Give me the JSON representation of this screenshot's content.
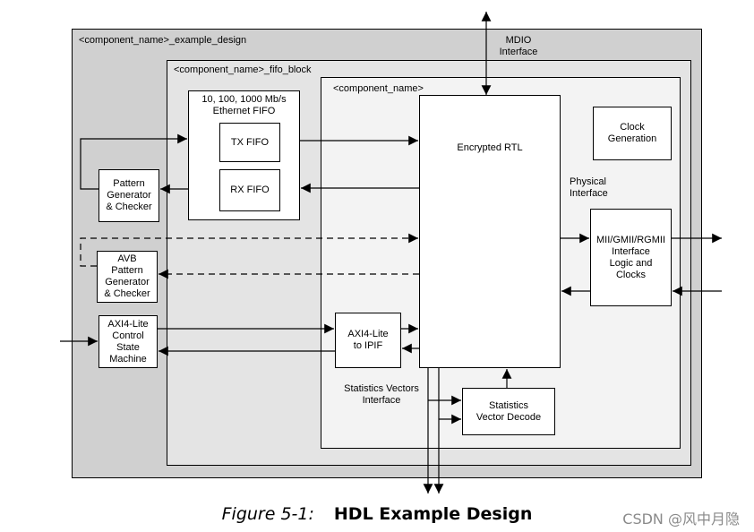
{
  "diagram": {
    "example_design": "<component_name>_example_design",
    "fifo_block": "<component_name>_fifo_block",
    "component": "<component_name>",
    "mdio": "MDIO\nInterface",
    "ethernet_fifo": "10, 100, 1000 Mb/s\nEthernet FIFO",
    "tx_fifo": "TX FIFO",
    "rx_fifo": "RX FIFO",
    "pattern_gen": "Pattern\nGenerator\n& Checker",
    "avb_pattern_gen": "AVB\nPattern\nGenerator\n& Checker",
    "axi_lite_sm": "AXI4-Lite\nControl\nState\nMachine",
    "axi_lite_ipif": "AXI4-Lite\nto IPIF",
    "encrypted_rtl": "Encrypted RTL",
    "clock_gen": "Clock\nGeneration",
    "physical_interface": "Physical\nInterface",
    "mii_block": "MII/GMII/RGMII\nInterface\nLogic and\nClocks",
    "stats_vectors_interface": "Statistics Vectors\nInterface",
    "stats_decode": "Statistics\nVector Decode"
  },
  "caption": {
    "number": "Figure 5-1:",
    "title": "HDL Example Design"
  },
  "watermark": "CSDN @风中月隐",
  "colors": {
    "outer_fill": "#d0d0d0",
    "mid_fill": "#e4e4e4",
    "inner_fill": "#f3f3f3",
    "block_fill": "#ffffff"
  }
}
